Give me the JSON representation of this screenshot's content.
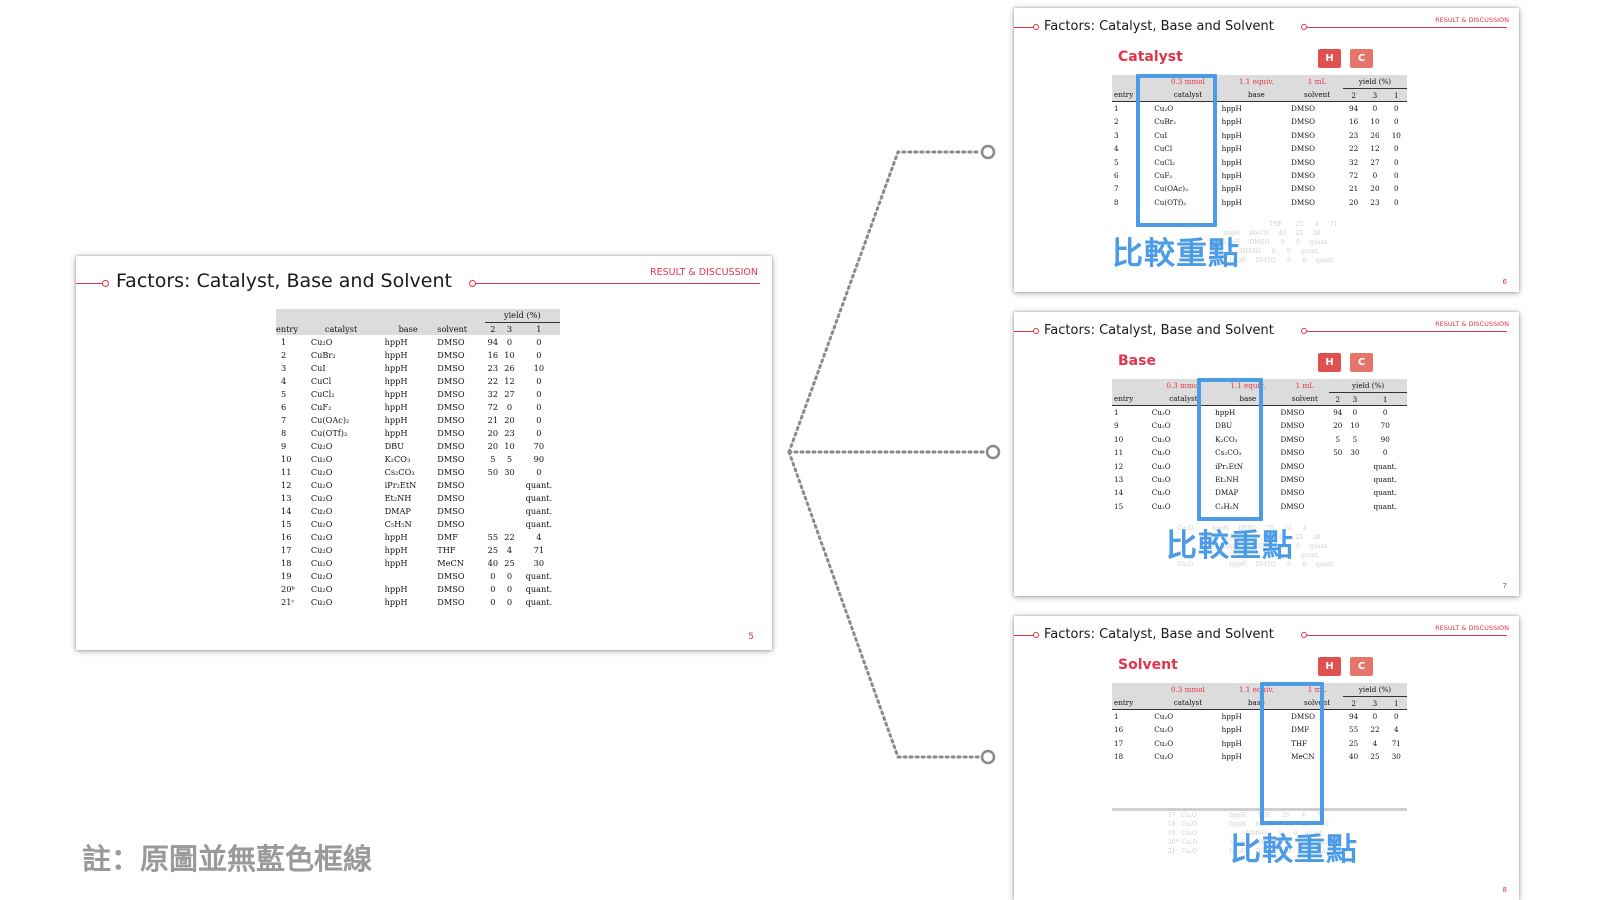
{
  "main_slide": {
    "title": "Factors: Catalyst, Base and Solvent",
    "section_tag": "RESULT & DISCUSSION",
    "page_number": "5",
    "table": {
      "yield_header": "yield (%)",
      "columns": [
        "entry",
        "catalyst",
        "base",
        "solvent",
        "2",
        "3",
        "1"
      ],
      "rows": [
        [
          "1",
          "Cu₂O",
          "hppH",
          "DMSO",
          "94",
          "0",
          "0"
        ],
        [
          "2",
          "CuBr₂",
          "hppH",
          "DMSO",
          "16",
          "10",
          "0"
        ],
        [
          "3",
          "CuI",
          "hppH",
          "DMSO",
          "23",
          "26",
          "10"
        ],
        [
          "4",
          "CuCl",
          "hppH",
          "DMSO",
          "22",
          "12",
          "0"
        ],
        [
          "5",
          "CuCl₂",
          "hppH",
          "DMSO",
          "32",
          "27",
          "0"
        ],
        [
          "6",
          "CuF₂",
          "hppH",
          "DMSO",
          "72",
          "0",
          "0"
        ],
        [
          "7",
          "Cu(OAc)₂",
          "hppH",
          "DMSO",
          "21",
          "20",
          "0"
        ],
        [
          "8",
          "Cu(OTf)₂",
          "hppH",
          "DMSO",
          "20",
          "23",
          "0"
        ],
        [
          "9",
          "Cu₂O",
          "DBU",
          "DMSO",
          "20",
          "10",
          "70"
        ],
        [
          "10",
          "Cu₂O",
          "K₂CO₃",
          "DMSO",
          "5",
          "5",
          "90"
        ],
        [
          "11",
          "Cu₂O",
          "Cs₂CO₃",
          "DMSO",
          "50",
          "30",
          "0"
        ],
        [
          "12",
          "Cu₂O",
          "iPr₂EtN",
          "DMSO",
          "",
          "",
          "quant."
        ],
        [
          "13",
          "Cu₂O",
          "Et₂NH",
          "DMSO",
          "",
          "",
          "quant."
        ],
        [
          "14",
          "Cu₂O",
          "DMAP",
          "DMSO",
          "",
          "",
          "quant."
        ],
        [
          "15",
          "Cu₂O",
          "C₅H₅N",
          "DMSO",
          "",
          "",
          "quant."
        ],
        [
          "16",
          "Cu₂O",
          "hppH",
          "DMF",
          "55",
          "22",
          "4"
        ],
        [
          "17",
          "Cu₂O",
          "hppH",
          "THF",
          "25",
          "4",
          "71"
        ],
        [
          "18",
          "Cu₂O",
          "hppH",
          "MeCN",
          "40",
          "25",
          "30"
        ],
        [
          "19",
          "Cu₂O",
          "",
          "DMSO",
          "0",
          "0",
          "quant."
        ],
        [
          "20ᵇ",
          "Cu₂O",
          "hppH",
          "DMSO",
          "0",
          "0",
          "quant."
        ],
        [
          "21ᶜ",
          "Cu₂O",
          "hppH",
          "DMSO",
          "0",
          "0",
          "quant."
        ]
      ]
    }
  },
  "shared": {
    "slide_title": "Factors: Catalyst, Base and Solvent",
    "section_tag": "RESULT & DISCUSSION",
    "tag_h": "H",
    "tag_c": "C",
    "units": [
      "",
      "0.3 mmol",
      "1.1 equiv.",
      "1 mL",
      "",
      "",
      ""
    ],
    "yield_header": "yield (%)",
    "columns": [
      "entry",
      "catalyst",
      "base",
      "solvent",
      "2",
      "3",
      "1"
    ],
    "compare_label": "比較重點"
  },
  "detail_slides": [
    {
      "heading": "Catalyst",
      "page_number": "6",
      "rows": [
        [
          "1",
          "Cu₂O",
          "hppH",
          "DMSO",
          "94",
          "0",
          "0"
        ],
        [
          "2",
          "CuBr₂",
          "hppH",
          "DMSO",
          "16",
          "10",
          "0"
        ],
        [
          "3",
          "CuI",
          "hppH",
          "DMSO",
          "23",
          "26",
          "10"
        ],
        [
          "4",
          "CuCl",
          "hppH",
          "DMSO",
          "22",
          "12",
          "0"
        ],
        [
          "5",
          "CuCl₂",
          "hppH",
          "DMSO",
          "32",
          "27",
          "0"
        ],
        [
          "6",
          "CuF₂",
          "hppH",
          "DMSO",
          "72",
          "0",
          "0"
        ],
        [
          "7",
          "Cu(OAc)₂",
          "hppH",
          "DMSO",
          "21",
          "20",
          "0"
        ],
        [
          "8",
          "Cu(OTf)₂",
          "hppH",
          "DMSO",
          "20",
          "23",
          "0"
        ]
      ]
    },
    {
      "heading": "Base",
      "page_number": "7",
      "rows": [
        [
          "1",
          "Cu₂O",
          "hppH",
          "DMSO",
          "94",
          "0",
          "0"
        ],
        [
          "9",
          "Cu₂O",
          "DBU",
          "DMSO",
          "20",
          "10",
          "70"
        ],
        [
          "10",
          "Cu₂O",
          "K₂CO₃",
          "DMSO",
          "5",
          "5",
          "90"
        ],
        [
          "11",
          "Cu₂O",
          "Cs₂CO₃",
          "DMSO",
          "50",
          "30",
          "0"
        ],
        [
          "12",
          "Cu₂O",
          "iPr₂EtN",
          "DMSO",
          "",
          "",
          "quant."
        ],
        [
          "13",
          "Cu₂O",
          "Et₂NH",
          "DMSO",
          "",
          "",
          "quant."
        ],
        [
          "14",
          "Cu₂O",
          "DMAP",
          "DMSO",
          "",
          "",
          "quant."
        ],
        [
          "15",
          "Cu₂O",
          "C₅H₅N",
          "DMSO",
          "",
          "",
          "quant."
        ]
      ]
    },
    {
      "heading": "Solvent",
      "page_number": "8",
      "rows": [
        [
          "1",
          "Cu₂O",
          "hppH",
          "DMSO",
          "94",
          "0",
          "0"
        ],
        [
          "16",
          "Cu₂O",
          "hppH",
          "DMF",
          "55",
          "22",
          "4"
        ],
        [
          "17",
          "Cu₂O",
          "hppH",
          "THF",
          "25",
          "4",
          "71"
        ],
        [
          "18",
          "Cu₂O",
          "hppH",
          "MeCN",
          "40",
          "25",
          "30"
        ]
      ]
    }
  ],
  "note": "註：原圖並無藍色框線",
  "colors": {
    "accent_red": "#e2344d",
    "highlight_blue": "#4b9be6",
    "tag_h": "#e05050",
    "tag_c": "#e67468",
    "note_gray": "#9a9a9a",
    "connector": "#8a8a8a"
  }
}
